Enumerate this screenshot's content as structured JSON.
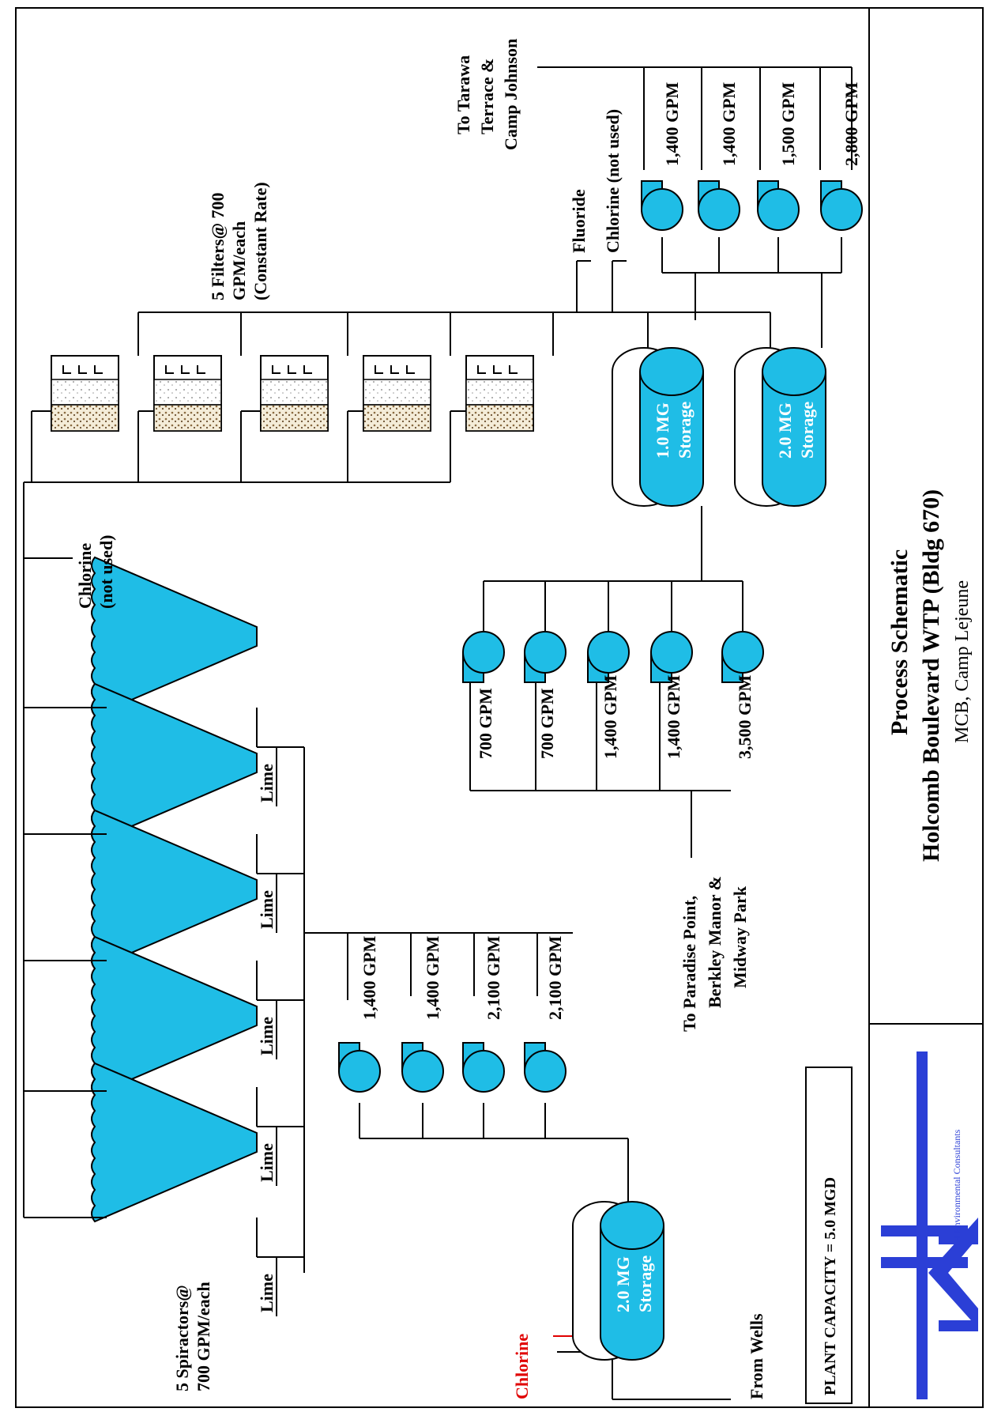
{
  "title_block": {
    "line1": "Process Schematic",
    "line2": "Holcomb Boulevard WTP (Bldg 670)",
    "line3": "MCB, Camp Lejeune",
    "company": "AH Environmental Consultants",
    "logo_text": "AH"
  },
  "plant_capacity": "PLANT CAPACITY = 5.0 MGD",
  "spiractors_label": [
    "5 Spiractors@",
    "700 GPM/each"
  ],
  "lime_label": "Lime",
  "chlorine_mid": [
    "Chlorine",
    "(not used)"
  ],
  "filters_label": [
    "5 Filters@ 700",
    "GPM/each",
    "(Constant Rate)"
  ],
  "fluoride_label": "Fluoride",
  "chlorine_top": "Chlorine (not used)",
  "to_tarawa": [
    "To Tarawa",
    "Terrace &",
    "Camp Johnson"
  ],
  "to_paradise": [
    "To Paradise Point,",
    "Berkley Manor &",
    "Midway Park"
  ],
  "from_wells": "From Wells",
  "chlorine_red": "Chlorine",
  "storage_labels": [
    "1.0 MG",
    "Storage",
    "2.0 MG",
    "Storage",
    "2.0 MG",
    "Storage"
  ],
  "raw_pumps": [
    "1,400 GPM",
    "1,400 GPM",
    "2,100 GPM",
    "2,100 GPM"
  ],
  "mid_pumps": [
    "700 GPM",
    "700 GPM",
    "1,400 GPM",
    "1,400 GPM",
    "3,500 GPM"
  ],
  "top_pumps": [
    "1,400 GPM",
    "1,400 GPM",
    "1,500 GPM",
    "2,800 GPM"
  ],
  "colors": {
    "water": "#1fbde6",
    "line": "#000000",
    "red": "#e00000",
    "logo": "#2b3fd6"
  }
}
